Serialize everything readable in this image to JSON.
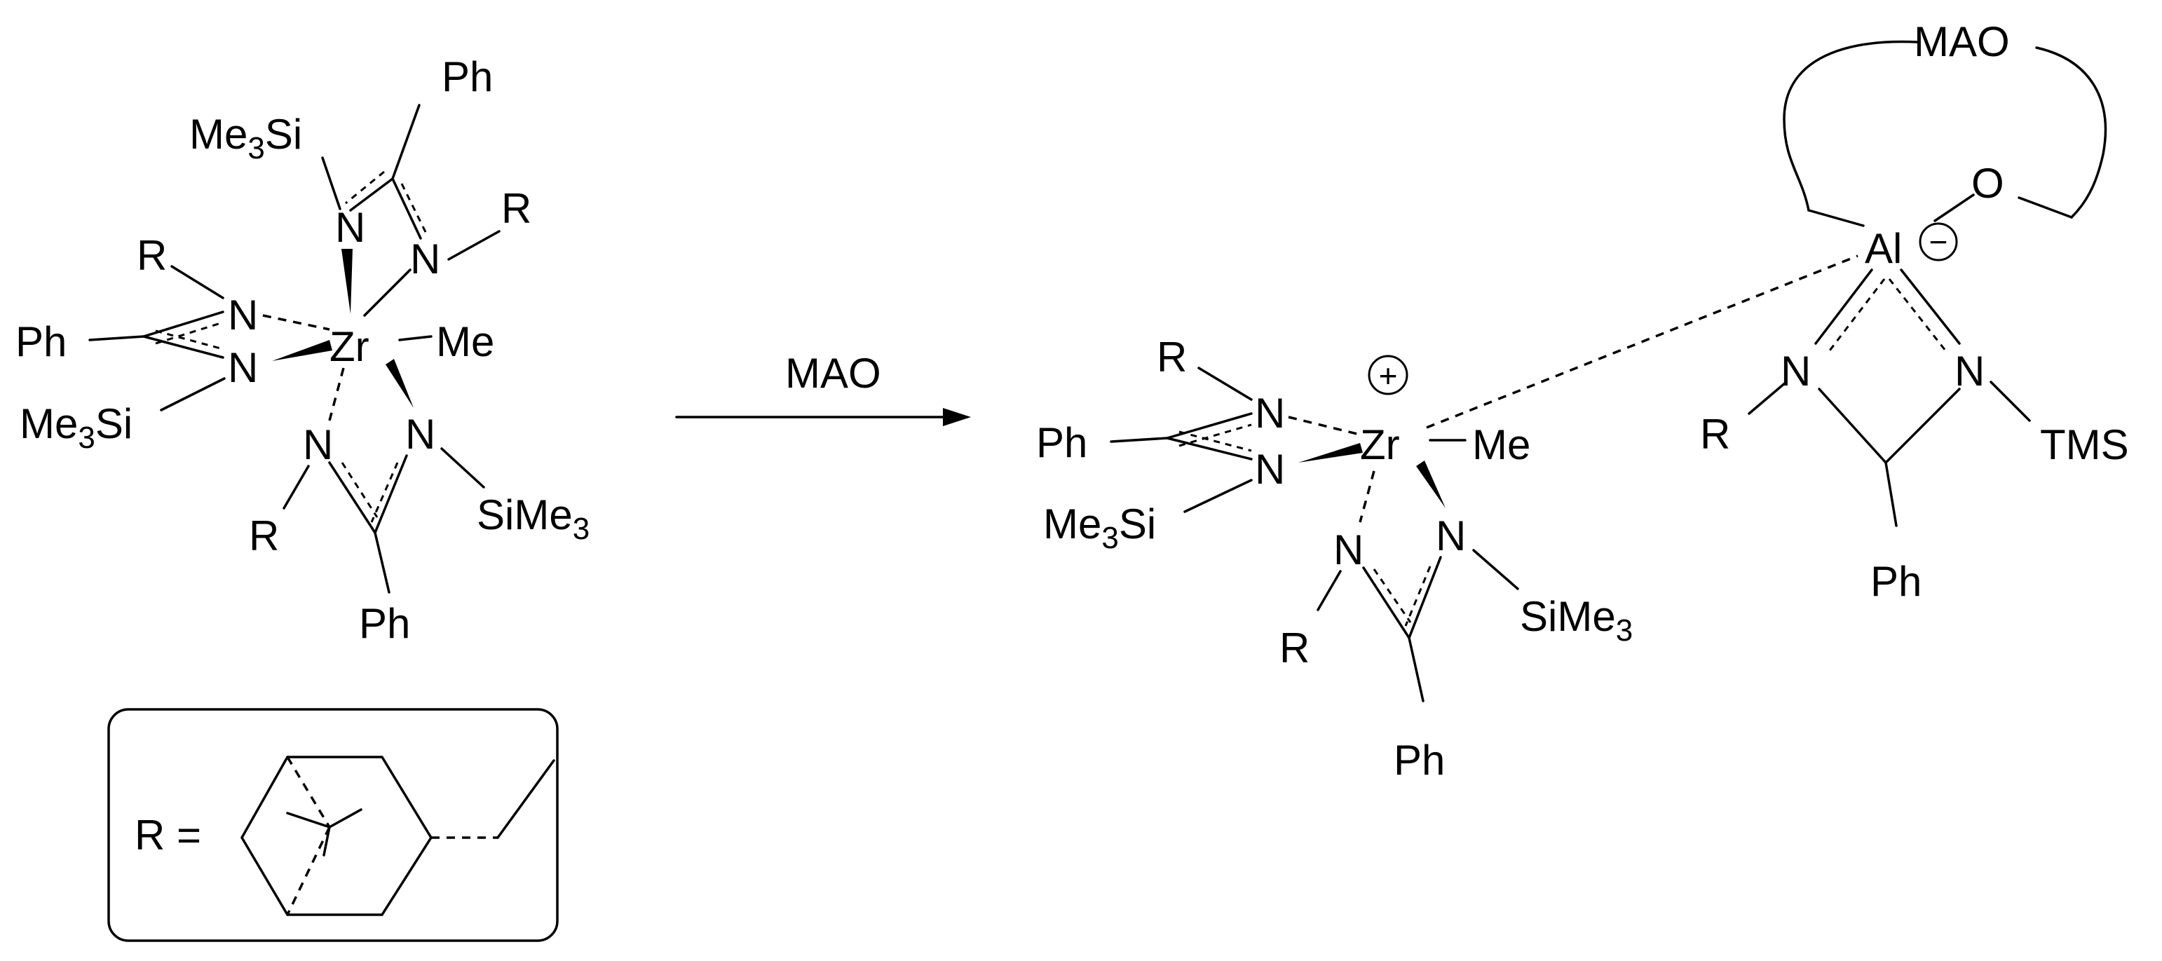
{
  "scheme": {
    "reagent": "MAO",
    "reactant": {
      "ligand_top": {
        "substituent_a": "Ph",
        "silyl_prefix": "Me",
        "silyl_sub": "3",
        "silyl_suffix": "Si",
        "n_left": "N",
        "n_right": "N",
        "r_group": "R"
      },
      "ligand_left": {
        "r_group": "R",
        "n_top": "N",
        "n_bottom": "N",
        "substituent_a": "Ph",
        "silyl_prefix": "Me",
        "silyl_sub": "3",
        "silyl_suffix": "Si"
      },
      "metal": "Zr",
      "methyl": "Me",
      "ligand_bottom": {
        "n_left": "N",
        "n_right": "N",
        "r_group": "R",
        "silyl_prefix": "SiMe",
        "silyl_sub": "3",
        "substituent_a": "Ph"
      }
    },
    "r_definition": {
      "label": "R ="
    },
    "product": {
      "cation": {
        "charge": "+",
        "metal": "Zr",
        "methyl": "Me",
        "ligand_left": {
          "r_group": "R",
          "n_top": "N",
          "n_bottom": "N",
          "substituent_a": "Ph",
          "silyl_prefix": "Me",
          "silyl_sub": "3",
          "silyl_suffix": "Si"
        },
        "ligand_bottom": {
          "n_left": "N",
          "n_right": "N",
          "r_group": "R",
          "silyl_prefix": "SiMe",
          "silyl_sub": "3",
          "substituent_a": "Ph"
        }
      },
      "anion": {
        "support": "MAO",
        "oxygen": "O",
        "metal": "Al",
        "charge": "−",
        "n_left": "N",
        "n_right": "N",
        "r_group": "R",
        "silyl": "TMS",
        "substituent_a": "Ph"
      }
    }
  }
}
